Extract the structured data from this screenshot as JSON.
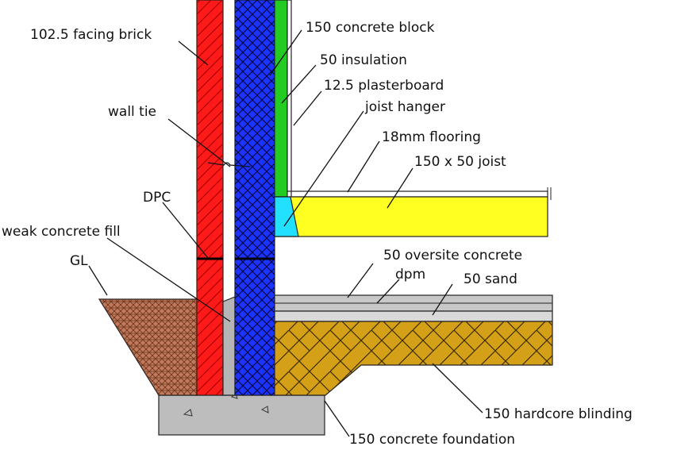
{
  "labels": {
    "facing_brick": "102.5 facing brick",
    "concrete_block": "150 concrete block",
    "insulation": "50 insulation",
    "plasterboard": "12.5 plasterboard",
    "joist_hanger": "joist hanger",
    "flooring": "18mm flooring",
    "joist": "150 x 50 joist",
    "wall_tie": "wall tie",
    "dpc": "DPC",
    "weak_fill": "weak concrete fill",
    "gl": "GL",
    "oversite": "50 oversite concrete",
    "dpm": "dpm",
    "sand": "50 sand",
    "hardcore": "150 hardcore blinding",
    "foundation": "150 concrete foundation"
  },
  "colors": {
    "brick": "#ff1a1a",
    "block": "#1a33ff",
    "insulation": "#22cc22",
    "joist": "#ffff22",
    "joist_hanger": "#22e0ff",
    "hardcore": "#d4a017",
    "earth": "#c07a5a",
    "concrete": "#bdbdbd",
    "oversite": "#c8c8c8"
  }
}
